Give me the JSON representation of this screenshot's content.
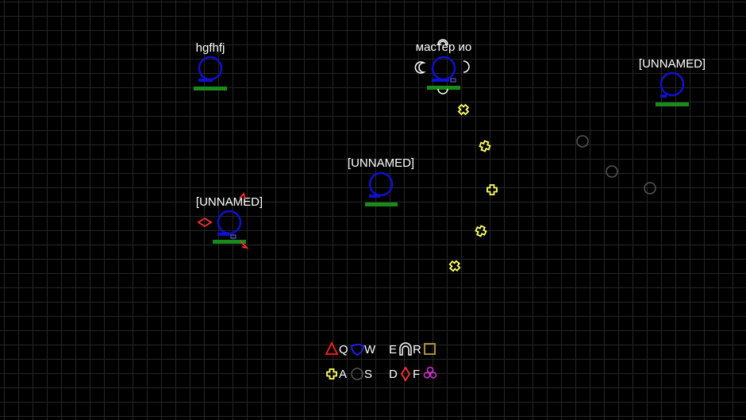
{
  "players": [
    {
      "name": "hgfhfj"
    },
    {
      "name": "мастер ио"
    },
    {
      "name": "[UNNAMED]"
    },
    {
      "name": "[UNNAMED]"
    },
    {
      "name": "[UNNAMED]"
    }
  ],
  "ability_bar": {
    "row1": [
      {
        "icon": "triangle-icon",
        "key": "Q",
        "color": "#ff2020"
      },
      {
        "icon": "heart-shield-icon",
        "key": "W",
        "color": "#2020ff"
      },
      {
        "icon": "arch-icon",
        "key": "E",
        "color": "#ffffff"
      },
      {
        "icon": "square-icon",
        "key": "R",
        "color": "#b8a040"
      }
    ],
    "row2": [
      {
        "icon": "cross-icon",
        "key": "A",
        "color": "#ffff66"
      },
      {
        "icon": "circle-icon",
        "key": "S",
        "color": "#555555"
      },
      {
        "icon": "diamond-icon",
        "key": "D",
        "color": "#ff3030"
      },
      {
        "icon": "trefoil-icon",
        "key": "F",
        "color": "#d030d0"
      }
    ]
  },
  "colors": {
    "player_ring": "#1010d0",
    "health_bar": "#1a8a1a",
    "pickup": "#ffff66",
    "projectile_red": "#ff3030",
    "mine": "#555555",
    "grid_line": "#262626"
  }
}
